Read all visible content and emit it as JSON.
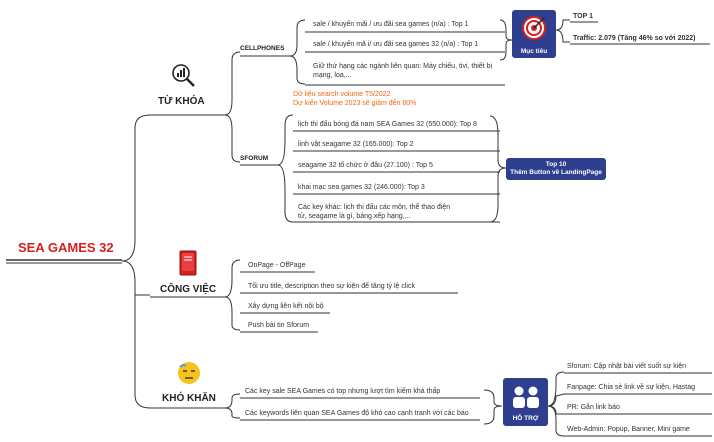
{
  "root": "SEA GAMES 32",
  "colors": {
    "root": "#d62020",
    "accent_box": "#2f3f8f",
    "orange_note": "#f26a10",
    "line": "#333333"
  },
  "sections": {
    "tu_khoa": {
      "title": "TỪ KHÓA",
      "icon": "chart-search-icon",
      "cellphones": {
        "label": "CELLPHONES",
        "items": [
          "sale / khuyến mãi / ưu đãi sea games (n/a) : Top 1",
          "sale / khuyến mã i/ ưu đãi sea games 32 (n/a) : Top 1",
          "Giữ thứ hạng các ngành liên quan: Máy chiếu, tivi, thiết bị mạng, loa,..."
        ],
        "goal_box": "Mục tiêu",
        "goal_top": "TOP 1",
        "goal_traffic": "Traffic: 2.079 (Tăng 46% so với 2022)"
      },
      "sforum": {
        "label": "SFORUM",
        "note_1": "Dữ liệu search volume T5/2022",
        "note_2": "Dự kiến Volume 2023 sẽ giảm đến 80%",
        "items": [
          "lịch thi đấu bóng đá nam SEA Games 32 (550.000): Top 8",
          "linh vật seagame 32 (165.000): Top 2",
          "seagame 32 tổ chức ở đâu (27.100) : Top 5",
          "khai mạc sea games 32 (246.000): Top 3",
          "Các key khác: lịch thi đấu các môn, thể thao điện tử, seagame là gì, bảng xếp hạng,..."
        ],
        "box_line1": "Top 10",
        "box_line2": "Thêm Button về LandingPage"
      }
    },
    "cong_viec": {
      "title": "CÔNG VIỆC",
      "icon": "book-icon",
      "items": [
        "OnPage - OffPage",
        "Tối ưu title, description theo sự kiện để tăng tỷ lệ click",
        "Xây dựng liên kết nội bộ",
        "Push bài tin Sforum"
      ]
    },
    "kho_khan": {
      "title": "KHÓ KHĂN",
      "icon": "worried-face-icon",
      "items": [
        "Các key sale SEA Games có top nhưng lượt tìm kiếm khá thấp",
        "Các keywords liên quan SEA Games độ khó cao cạnh tranh với các báo"
      ],
      "support_box": "HỖ TRỢ",
      "support_items": [
        "Sforum: Cập nhật bài viết suốt sự kiện",
        "Fanpage: Chia sẻ link về sự kiện, Hastag",
        "PR: Gắn link báo",
        "Web-Admin: Popup, Banner, Mini game"
      ]
    }
  }
}
